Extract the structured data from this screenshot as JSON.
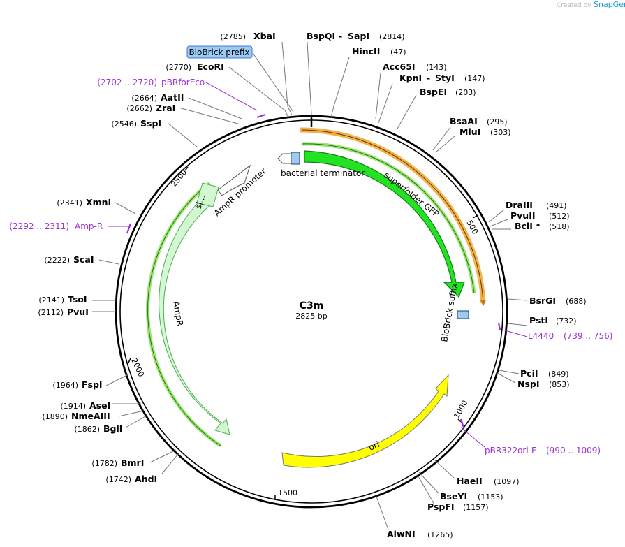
{
  "watermark": {
    "created_by": "Created by",
    "product": "SnapGene"
  },
  "plasmid": {
    "name": "C3m",
    "length_label": "2825 bp"
  },
  "ticks": [
    "500",
    "1000",
    "1500",
    "2000",
    "2500"
  ],
  "sites": [
    {
      "name": "XbaI",
      "pos": "(2785)"
    },
    {
      "name": "BspQI",
      "sep": "-",
      "name2": "SapI",
      "pos": "(2814)"
    },
    {
      "name": "HincII",
      "pos": "(47)"
    },
    {
      "name": "Acc65I",
      "pos": "(143)"
    },
    {
      "name": "KpnI",
      "sep": "-",
      "name2": "StyI",
      "pos": "(147)"
    },
    {
      "name": "BspEI",
      "pos": "(203)"
    },
    {
      "name": "BsaAI",
      "pos": "(295)"
    },
    {
      "name": "MluI",
      "pos": "(303)"
    },
    {
      "name": "DraIII",
      "pos": "(491)"
    },
    {
      "name": "PvuII",
      "pos": "(512)"
    },
    {
      "name": "BclI *",
      "pos": "(518)"
    },
    {
      "name": "BsrGI",
      "pos": "(688)"
    },
    {
      "name": "PstI",
      "pos": "(732)"
    },
    {
      "name": "PciI",
      "pos": "(849)"
    },
    {
      "name": "NspI",
      "pos": "(853)"
    },
    {
      "name": "HaeII",
      "pos": "(1097)"
    },
    {
      "name": "BseYI",
      "pos": "(1153)"
    },
    {
      "name": "PspFI",
      "pos": "(1157)"
    },
    {
      "name": "AlwNI",
      "pos": "(1265)"
    },
    {
      "name": "AhdI",
      "pos": "(1742)"
    },
    {
      "name": "BmrI",
      "pos": "(1782)"
    },
    {
      "name": "BglI",
      "pos": "(1862)"
    },
    {
      "name": "NmeAIII",
      "pos": "(1890)"
    },
    {
      "name": "AseI",
      "pos": "(1914)"
    },
    {
      "name": "FspI",
      "pos": "(1964)"
    },
    {
      "name": "PvuI",
      "pos": "(2112)"
    },
    {
      "name": "TsoI",
      "pos": "(2141)"
    },
    {
      "name": "ScaI",
      "pos": "(2222)"
    },
    {
      "name": "XmnI",
      "pos": "(2341)"
    },
    {
      "name": "SspI",
      "pos": "(2546)"
    },
    {
      "name": "ZraI",
      "pos": "(2662)"
    },
    {
      "name": "AatII",
      "pos": "(2664)"
    },
    {
      "name": "EcoRI",
      "pos": "(2770)"
    }
  ],
  "primers": [
    {
      "name": "pBRforEco",
      "range": "(2702 .. 2720)"
    },
    {
      "name": "Amp-R",
      "range": "(2292 .. 2311)"
    },
    {
      "name": "L4440",
      "range": "(739 .. 756)"
    },
    {
      "name": "pBR322ori-F",
      "range": "(990 .. 1009)"
    }
  ],
  "features": {
    "biobrick_prefix": "BioBrick prefix",
    "biobrick_suffix": "BioBrick suffix",
    "bacterial_terminator": "bacterial terminator",
    "sfgfp": "superfolder GFP",
    "ampr_promoter": "AmpR promoter",
    "ampr": "AmpR",
    "signal": "si...",
    "ori": "ori"
  },
  "colors": {
    "gfp": "#22e322",
    "gfp_border": "#1a7a1a",
    "orange_track": "#f5b048",
    "ampr_fill": "#d2f7d2",
    "ori": "#ffff00",
    "biobrick": "#9fcaf3",
    "primer": "#9b30d9",
    "watermark_logo": "#1b9fd6"
  }
}
